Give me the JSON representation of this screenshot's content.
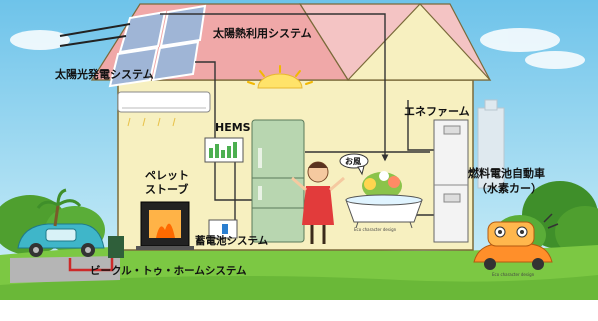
{
  "labels": {
    "solar_thermal": "太陽熱利用システム",
    "photovoltaic": "太陽光発電システム",
    "hems": "HEMS",
    "enefarm": "エネファーム",
    "pellet_line1": "ペレット",
    "pellet_line2": "ストーブ",
    "fuel_cell_car_line1": "燃料電池自動車",
    "fuel_cell_car_line2": "（水素カー）",
    "storage_battery": "蓄電池システム",
    "vehicle_to_home": "ビークル・トゥ・ホームシステム",
    "bath_bubble": "お風",
    "bath_caption": "Eco character design",
    "car_caption": "Eco character design"
  },
  "colors": {
    "sky": "#8fd0ec",
    "house_wall": "#f7f0c0",
    "house_outline": "#7a6a3a",
    "roof_front": "#f0a8a8",
    "roof_side": "#f4c4c4",
    "grass": "#6fbf3a",
    "tree": "#3f8f2a",
    "flow_line": "#333333",
    "cable_red": "#cc2a2a",
    "ev_car": "#3fb6c9"
  },
  "icons": {
    "sun": "sun-icon",
    "solar_panel": "solar-panel-icon",
    "air_conditioner": "air-conditioner-icon",
    "refrigerator": "refrigerator-icon",
    "fuel_cell_unit": "fuel-cell-unit-icon",
    "ev": "electric-car-icon",
    "hydrogen_car": "hydrogen-car-icon",
    "bathtub": "bathtub-icon",
    "person": "person-icon",
    "stove": "pellet-stove-icon"
  }
}
